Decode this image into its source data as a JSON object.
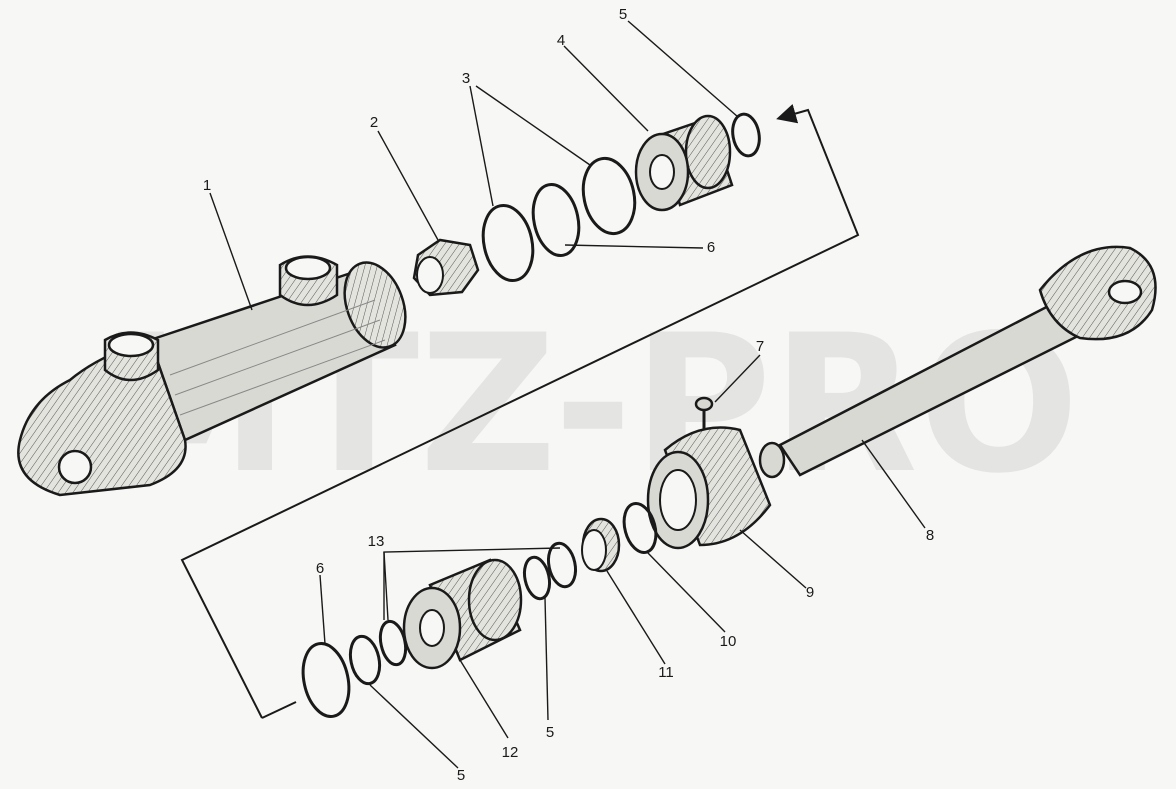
{
  "watermark": "MTZ-PRO",
  "callouts": {
    "c1": "1",
    "c2": "2",
    "c3": "3",
    "c4": "4",
    "c5_top": "5",
    "c6_top": "6",
    "c7": "7",
    "c8": "8",
    "c9": "9",
    "c10": "10",
    "c11": "11",
    "c12": "12",
    "c13": "13",
    "c5_mid": "5",
    "c5_bottom": "5",
    "c6_bottom": "6"
  }
}
